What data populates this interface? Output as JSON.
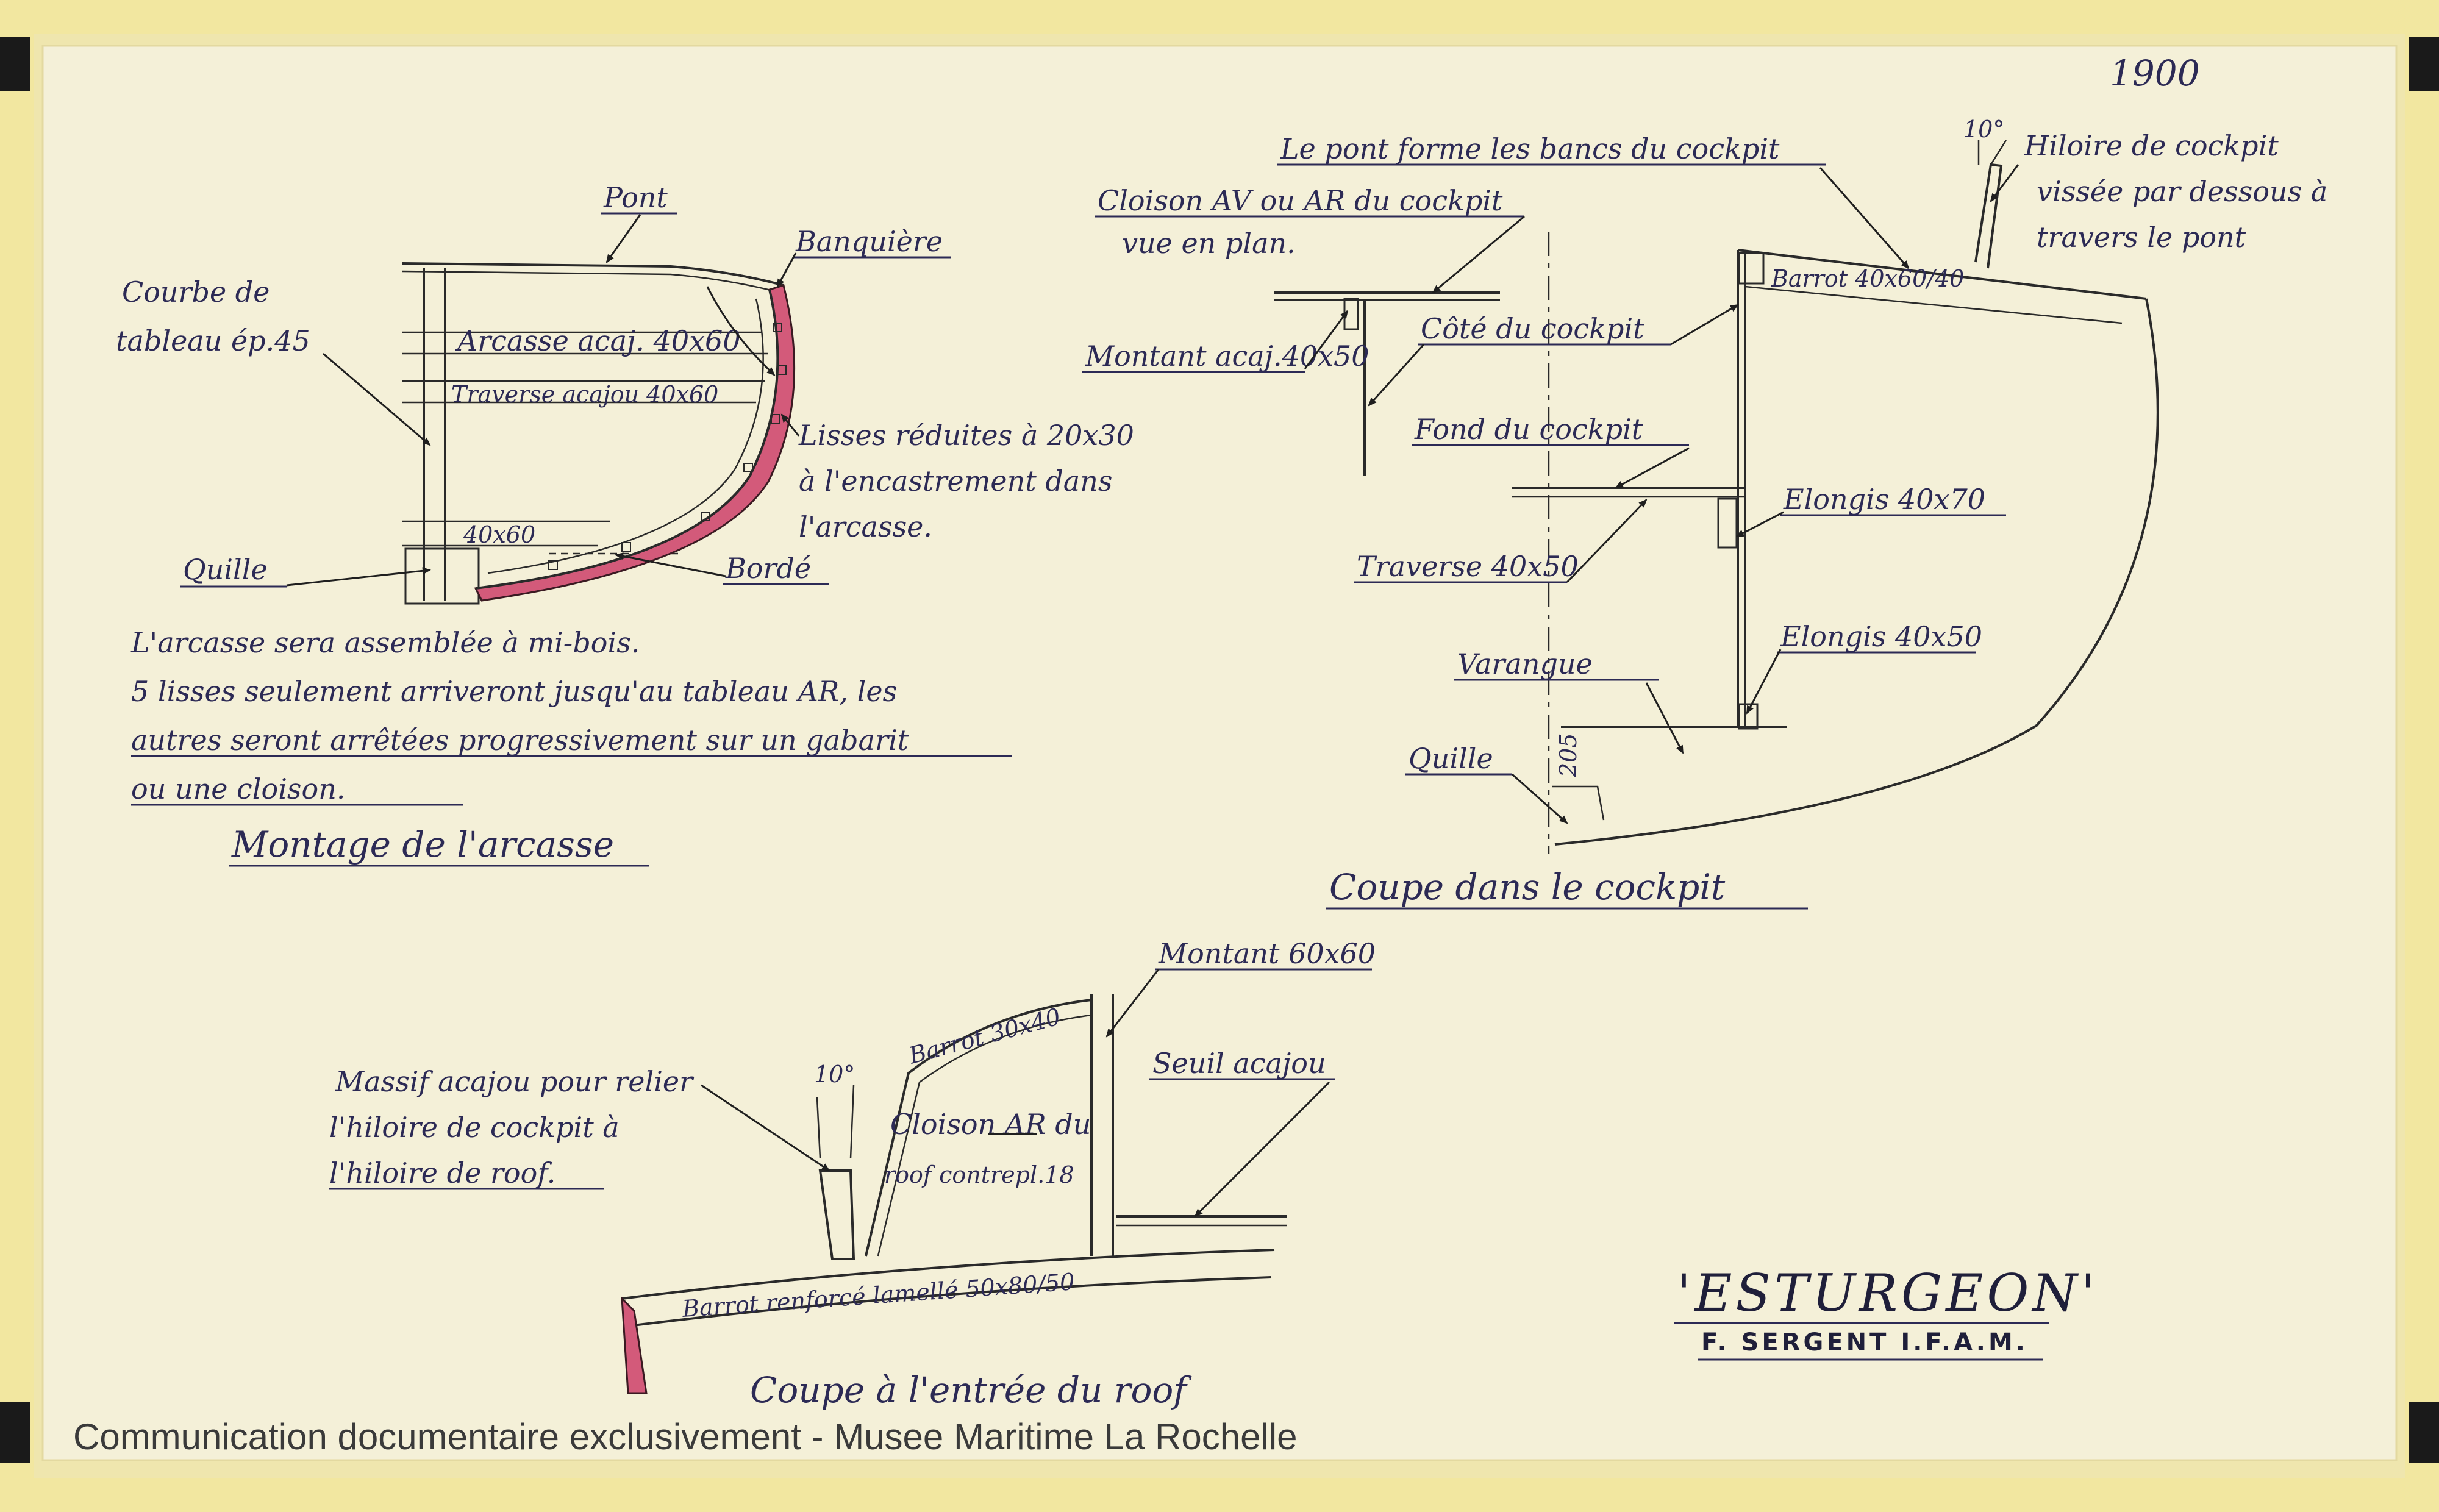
{
  "sheet_number": "1900",
  "colors": {
    "paper": "#f3eec6",
    "border": "#efe088",
    "planking": "#d35a7a",
    "ink": "#2c2a55"
  },
  "montage": {
    "title": "Montage de l'arcasse",
    "labels": {
      "pont": "Pont",
      "banquiere": "Banquière",
      "courbe_1": "Courbe de",
      "courbe_2": "tableau ép.45",
      "arcasse": "Arcasse acaj. 40x60",
      "traverse": "Traverse acajou 40x60",
      "lisses_1": "Lisses réduites à 20x30",
      "lisses_2": "à l'encastrement dans",
      "lisses_3": "l'arcasse.",
      "dim": "40x60",
      "quille": "Quille",
      "borde": "Bordé"
    },
    "note": [
      "L'arcasse sera assemblée à mi-bois.",
      "5 lisses seulement arriveront jusqu'au tableau AR, les",
      "autres seront arrêtées progressivement sur un gabarit",
      "ou une cloison."
    ]
  },
  "cockpit": {
    "title": "Coupe dans le cockpit",
    "labels": {
      "pont_forme": "Le pont forme les bancs du cockpit",
      "hiloire_1": "Hiloire de cockpit",
      "hiloire_2": "vissée par dessous à",
      "hiloire_3": "travers le pont",
      "angle": "10°",
      "cloison_1": "Cloison AV ou AR du cockpit",
      "cloison_2": "vue en plan.",
      "barrot": "Barrot 40x60/40",
      "montant": "Montant acaj.40x50",
      "cote": "Côté du cockpit",
      "fond": "Fond du cockpit",
      "elongis1": "Elongis 40x70",
      "traverse": "Traverse 40x50",
      "elongis2": "Elongis 40x50",
      "varangue": "Varangue",
      "quille": "Quille",
      "dim": "205"
    }
  },
  "roof": {
    "title": "Coupe à l'entrée du roof",
    "labels": {
      "montant": "Montant 60x60",
      "massif_1": "Massif acajou pour relier",
      "massif_2": "l'hiloire de cockpit à",
      "massif_3": "l'hiloire de roof.",
      "angle": "10°",
      "barrot": "Barrot 30x40",
      "cloison_1": "Cloison AR du",
      "cloison_2": "roof contrepl.18",
      "seuil": "Seuil acajou",
      "barrot_renf": "Barrot renforcé lamellé 50x80/50"
    }
  },
  "cartouche": {
    "name": "'ESTURGEON'",
    "author": "F. SERGENT I.F.A.M."
  },
  "footer": "Communication documentaire exclusivement - Musee Maritime La Rochelle"
}
